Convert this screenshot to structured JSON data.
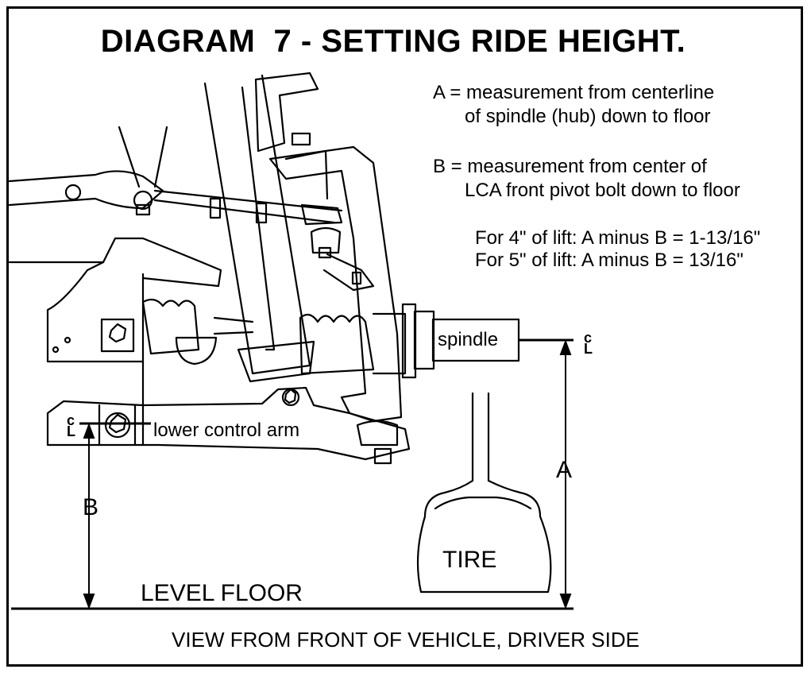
{
  "title": "DIAGRAM  7 - SETTING RIDE HEIGHT.",
  "notes": {
    "a_line1": "A = measurement from centerline",
    "a_line2": "      of spindle (hub) down to floor",
    "b_line1": "B = measurement from center of",
    "b_line2": "      LCA front pivot bolt down to floor",
    "lift4": "For 4\" of lift: A minus B = 1-13/16\"",
    "lift5": "For 5\" of lift: A minus B = 13/16\""
  },
  "labels": {
    "spindle": "spindle",
    "lower_control_arm": "lower control arm",
    "a": "A",
    "b": "B",
    "tire": "TIRE",
    "floor": "LEVEL FLOOR",
    "centerline_symbol_top": "c",
    "centerline_symbol_bottom": "L"
  },
  "caption": "VIEW FROM FRONT OF VEHICLE, DRIVER SIDE"
}
